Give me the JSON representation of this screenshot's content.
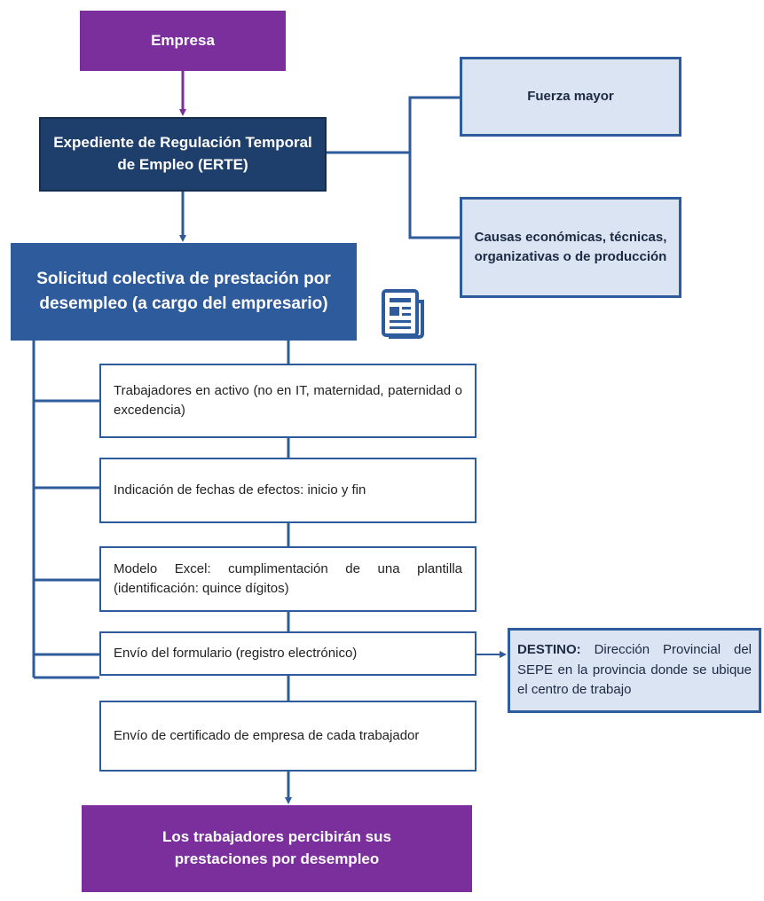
{
  "nodes": {
    "empresa": "Empresa",
    "erte": "Expediente de Regulación Temporal de Empleo (ERTE)",
    "fuerza_mayor": "Fuerza mayor",
    "causas": "Causas económicas, técnicas, organizativas o de producción",
    "solicitud": "Solicitud colectiva de prestación por desempleo (a cargo del empresario)",
    "trabajadores": "Trabajadores en activo (no en IT, maternidad, paternidad o excedencia)",
    "fechas": "Indicación de fechas de efectos: inicio y fin",
    "modelo": "Modelo Excel: cumplimentación de una plantilla (identificación: quince dígitos)",
    "envio_formulario": "Envío del formulario (registro electrónico)",
    "envio_certificado": "Envío de certificado de empresa de cada trabajador",
    "destino_label": "DESTINO:",
    "destino_text": "Dirección Provincial del SEPE en la provincia donde se ubique el centro de trabajo",
    "resultado": "Los trabajadores percibirán sus prestaciones por desempleo"
  },
  "colors": {
    "purple": "#7a2f9c",
    "navy": "#1e3e6b",
    "blue": "#2e5b9b",
    "light_blue": "#dbe4f3"
  },
  "icons": [
    "document-icon"
  ]
}
